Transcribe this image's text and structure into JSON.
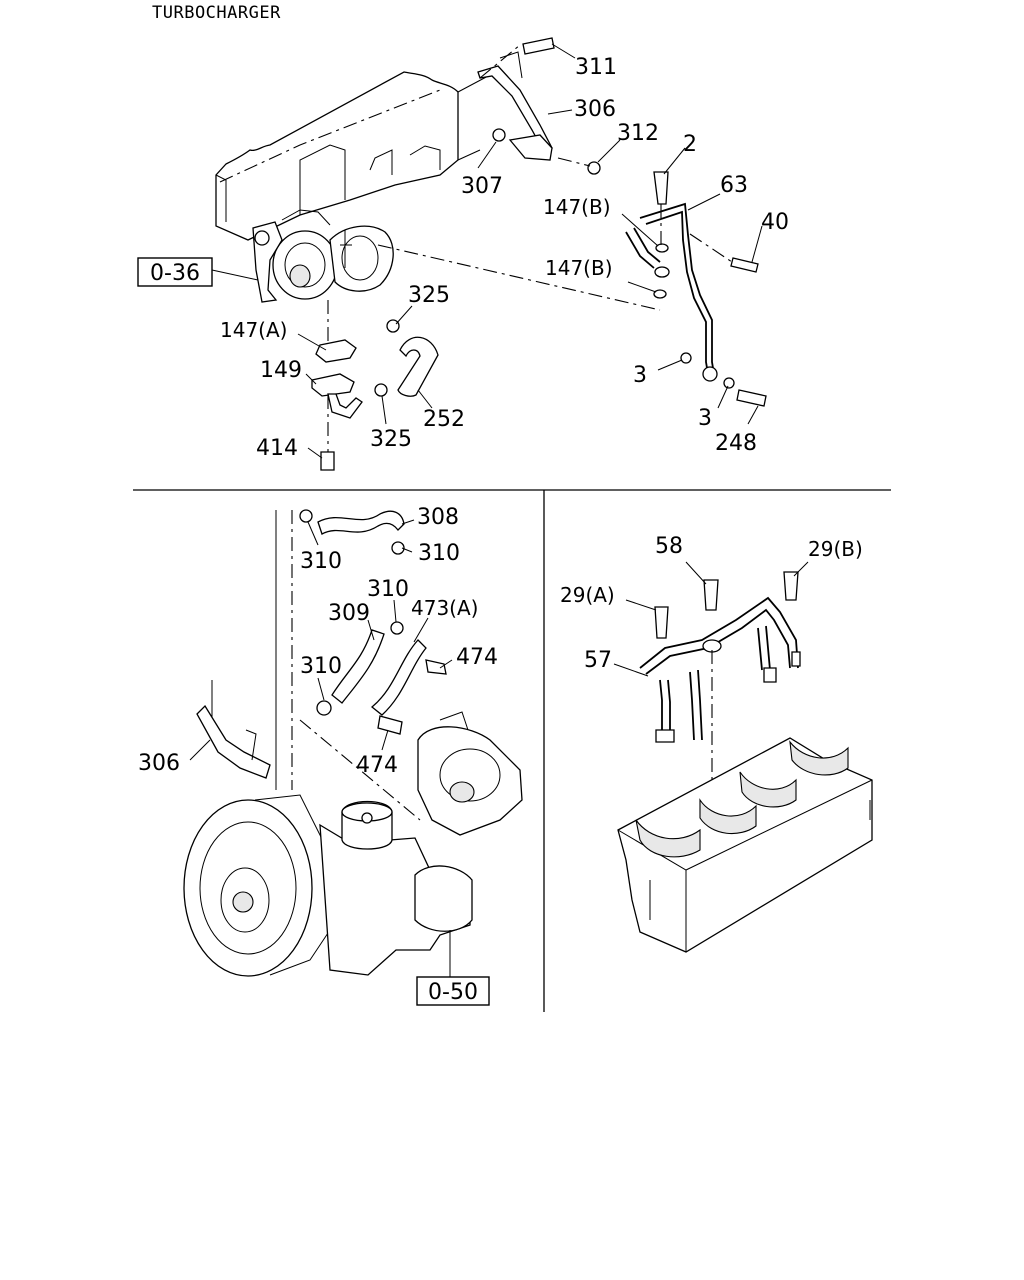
{
  "title": "TURBOCHARGER",
  "references": [
    "0-36",
    "0-50"
  ],
  "labels": {
    "p311": "311",
    "p306a": "306",
    "p312": "312",
    "p307": "307",
    "p2": "2",
    "p63": "63",
    "p147b1": "147(B)",
    "p147b2": "147(B)",
    "p40": "40",
    "p325a": "325",
    "p147a": "147(A)",
    "p149": "149",
    "p252": "252",
    "p325b": "325",
    "p414": "414",
    "p3a": "3",
    "p3b": "3",
    "p248": "248",
    "p308": "308",
    "p310a": "310",
    "p310b": "310",
    "p310c": "310",
    "p309": "309",
    "p473a": "473(A)",
    "p474a": "474",
    "p310d": "310",
    "p306b": "306",
    "p474b": "474",
    "p58": "58",
    "p29b": "29(B)",
    "p29a": "29(A)",
    "p57": "57"
  }
}
